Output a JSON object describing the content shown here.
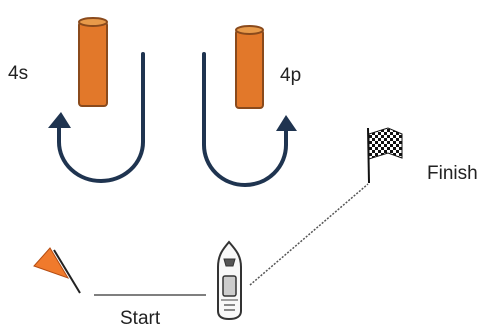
{
  "labels": {
    "left_buoy": "4s",
    "right_buoy": "4p",
    "finish": "Finish",
    "start": "Start"
  },
  "colors": {
    "buoy_fill": "#e2782a",
    "buoy_stroke": "#8a4a1c",
    "turn_arrow": "#1f3450",
    "course_line": "#555555",
    "start_flag": "#f07a2c",
    "finish_flag": "#111111"
  },
  "icons": {
    "start_flag": "orange-flag-icon",
    "finish_flag": "checkered-flag-icon",
    "boat": "boat-icon",
    "left_turn": "u-turn-arrow-icon",
    "right_turn": "u-turn-arrow-icon"
  }
}
